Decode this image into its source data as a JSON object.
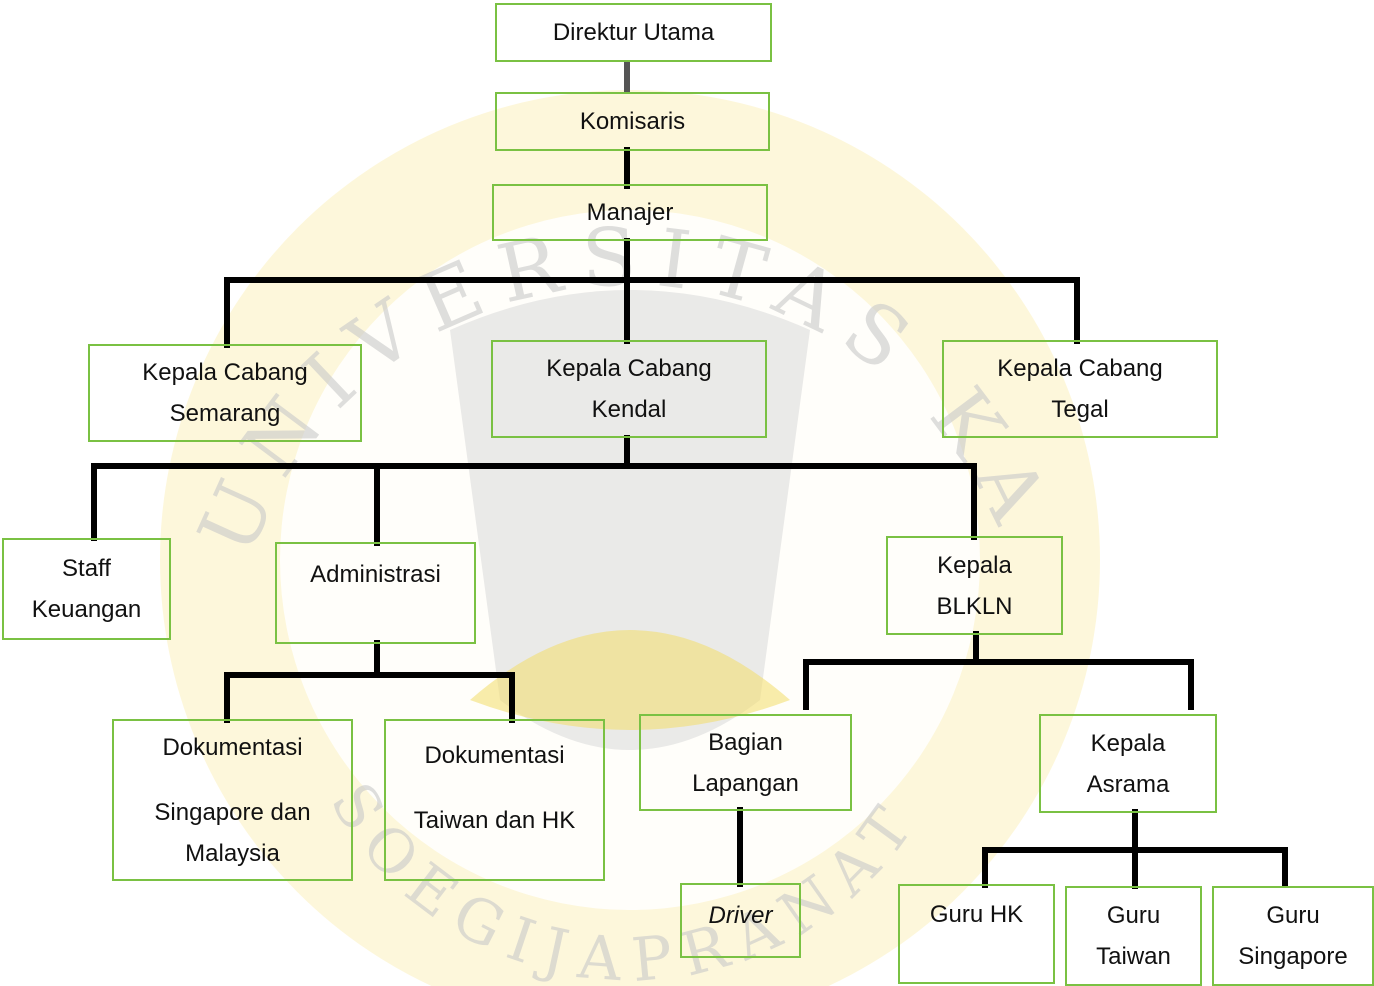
{
  "colors": {
    "box_border": "#7ac143",
    "connector": "#000000",
    "connector_top": "#555555",
    "watermark_gold": "#f5e07a",
    "watermark_gray": "#9a9a9a"
  },
  "watermark": {
    "arc_text": "UNIVERSITAS KATOLIK",
    "bottom_text": "SOEGIJAPRANATA"
  },
  "org": {
    "direktur_utama": [
      "Direktur Utama"
    ],
    "komisaris": [
      "Komisaris"
    ],
    "manajer": [
      "Manajer"
    ],
    "kc_semarang": [
      "Kepala Cabang",
      "Semarang"
    ],
    "kc_kendal": [
      "Kepala Cabang",
      "Kendal"
    ],
    "kc_tegal": [
      "Kepala Cabang",
      "Tegal"
    ],
    "staff_keuangan": [
      "Staff",
      "Keuangan"
    ],
    "administrasi": [
      "Administrasi"
    ],
    "kepala_blkln": [
      "Kepala",
      "BLKLN"
    ],
    "dok_singapore": [
      "Dokumentasi",
      "",
      "Singapore dan",
      "Malaysia"
    ],
    "dok_taiwan": [
      "Dokumentasi",
      "",
      "Taiwan dan HK"
    ],
    "bagian_lapangan": [
      "Bagian",
      "Lapangan"
    ],
    "kepala_asrama": [
      "Kepala",
      "Asrama"
    ],
    "driver": [
      "Driver"
    ],
    "guru_hk": [
      "Guru HK"
    ],
    "guru_taiwan": [
      "Guru",
      "Taiwan"
    ],
    "guru_singapore": [
      "Guru",
      "Singapore"
    ]
  }
}
